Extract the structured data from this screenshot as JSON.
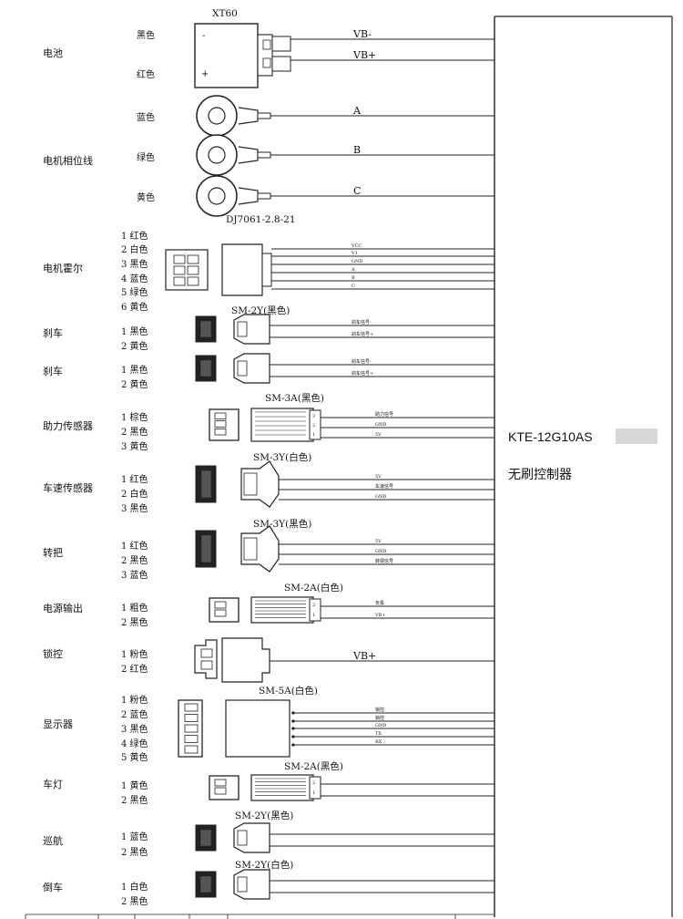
{
  "controller": {
    "model": "KTE-12G10AS",
    "name": "无刷控制器"
  },
  "groups": [
    {
      "id": "battery",
      "label": "电池",
      "connector": "XT60",
      "type": "xt60",
      "colors": [
        "黑色",
        "红色"
      ],
      "polarity": [
        "-",
        "+"
      ],
      "wires": [
        "VB-",
        "VB+"
      ]
    },
    {
      "id": "motor-phase",
      "label": "电机相位线",
      "connector": "",
      "type": "ring",
      "colors": [
        "蓝色",
        "绿色",
        "黄色"
      ],
      "wires": [
        "A",
        "B",
        "C"
      ]
    },
    {
      "id": "motor-hall",
      "label": "电机霍尔",
      "connector": "DJ7061-2.8-21",
      "type": "hall",
      "colors": [
        "1 红色",
        "2 白色",
        "3 黑色",
        "4 蓝色",
        "5 绿色",
        "6 黄色"
      ],
      "wires": [
        "VCC",
        "V1",
        "GND",
        "A",
        "B",
        "C"
      ]
    },
    {
      "id": "brake-1",
      "label": "刹车",
      "connector": "SM-2Y(黑色)",
      "type": "sm2y",
      "colors": [
        "1 黑色",
        "2 黄色"
      ],
      "wires": [
        "刹车信号-",
        "刹车信号+"
      ]
    },
    {
      "id": "brake-2",
      "label": "刹车",
      "connector": "",
      "type": "sm2y",
      "colors": [
        "1 黑色",
        "2 黄色"
      ],
      "wires": [
        "刹车信号-",
        "刹车信号+"
      ]
    },
    {
      "id": "assist-sensor",
      "label": "助力传感器",
      "connector": "SM-3A(黑色)",
      "type": "sm3a",
      "colors": [
        "1 棕色",
        "2 黑色",
        "3 黄色"
      ],
      "pins": [
        "3",
        "2",
        "1"
      ],
      "wires": [
        "助力信号",
        "GND",
        "5V"
      ]
    },
    {
      "id": "speed-sensor",
      "label": "车速传感器",
      "connector": "SM-3Y(白色)",
      "type": "sm3y",
      "colors": [
        "1 红色",
        "2 白色",
        "3 黑色"
      ],
      "wires": [
        "5V",
        "车速信号",
        "GND"
      ]
    },
    {
      "id": "throttle",
      "label": "转把",
      "connector": "SM-3Y(黑色)",
      "type": "sm3y",
      "colors": [
        "1 红色",
        "2 黑色",
        "3 蓝色"
      ],
      "wires": [
        "5V",
        "GND",
        "转把信号"
      ]
    },
    {
      "id": "power-out",
      "label": "电源输出",
      "connector": "SM-2A(白色)",
      "type": "sm2a",
      "colors": [
        "1 粗色",
        "2 黑色"
      ],
      "pins": [
        "2",
        "1"
      ],
      "wires": [
        "负极",
        "VB+"
      ]
    },
    {
      "id": "key-lock",
      "label": "锁控",
      "connector": "",
      "type": "lock",
      "colors": [
        "1 粉色",
        "2 红色"
      ],
      "wires": [
        "VB+"
      ]
    },
    {
      "id": "display",
      "label": "显示器",
      "connector": "SM-5A(白色)",
      "type": "sm5a",
      "colors": [
        "1 粉色",
        "2 蓝色",
        "3 黑色",
        "4 绿色",
        "5 黄色"
      ],
      "wires": [
        "锁控",
        "锁控",
        "GND",
        "TX",
        "RX"
      ]
    },
    {
      "id": "headlight",
      "label": "车灯",
      "connector": "SM-2A(黑色)",
      "type": "sm2a",
      "colors": [
        "1 黄色",
        "2 黑色"
      ],
      "pins": [
        "2",
        "1"
      ],
      "wires": [
        "",
        ""
      ]
    },
    {
      "id": "cruise",
      "label": "巡航",
      "connector": "SM-2Y(黑色)",
      "type": "sm2y",
      "colors": [
        "1 蓝色",
        "2 黑色"
      ],
      "wires": [
        "",
        ""
      ]
    },
    {
      "id": "reverse",
      "label": "倒车",
      "connector": "SM-2Y(白色)",
      "type": "sm2y",
      "colors": [
        "1 白色",
        "2 黑色"
      ],
      "wires": [
        "",
        ""
      ]
    }
  ]
}
